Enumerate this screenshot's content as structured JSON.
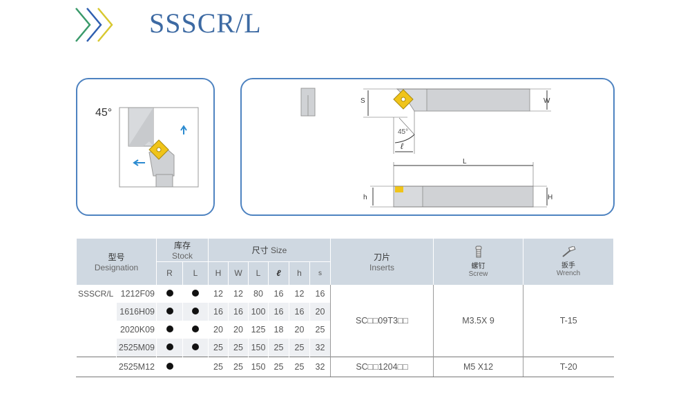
{
  "title": "SSSCR/L",
  "diagram": {
    "angle_label": "45°",
    "dim_labels": {
      "s": "S",
      "W": "W",
      "angle": "45°",
      "l": "ℓ",
      "L": "L",
      "h": "h",
      "H": "H"
    }
  },
  "table": {
    "headers": {
      "designation_cn": "型号",
      "designation_en": "Designation",
      "stock_cn": "库存",
      "stock_en": "Stock",
      "size_cn": "尺寸",
      "size_en": "Size",
      "stock_cols": [
        "R",
        "L"
      ],
      "size_cols": [
        "H",
        "W",
        "L",
        "ℓ",
        "h",
        "s"
      ],
      "inserts_cn": "刀片",
      "inserts_en": "Inserts",
      "screw_cn": "螺钉",
      "screw_en": "Screw",
      "wrench_cn": "扳手",
      "wrench_en": "Wrench"
    },
    "prefix": "SSSCR/L",
    "rows": [
      {
        "model": "1212F09",
        "R": true,
        "L": true,
        "size": [
          "12",
          "12",
          "80",
          "16",
          "12",
          "16"
        ]
      },
      {
        "model": "1616H09",
        "R": true,
        "L": true,
        "size": [
          "16",
          "16",
          "100",
          "16",
          "16",
          "20"
        ]
      },
      {
        "model": "2020K09",
        "R": true,
        "L": true,
        "size": [
          "20",
          "20",
          "125",
          "18",
          "20",
          "25"
        ]
      },
      {
        "model": "2525M09",
        "R": true,
        "L": true,
        "size": [
          "25",
          "25",
          "150",
          "25",
          "25",
          "32"
        ]
      },
      {
        "model": "2525M12",
        "R": true,
        "L": false,
        "size": [
          "25",
          "25",
          "150",
          "25",
          "25",
          "32"
        ]
      }
    ],
    "groups": [
      {
        "insert": "SC□□09T3□□",
        "screw": "M3.5X 9",
        "wrench": "T-15"
      },
      {
        "insert": "SC□□1204□□",
        "screw": "M5 X12",
        "wrench": "T-20"
      }
    ]
  },
  "colors": {
    "accent": "#3d6aa3",
    "panel_border": "#4d82c0",
    "header_bg": "#cfd8e1",
    "insert": "#f0c419"
  }
}
